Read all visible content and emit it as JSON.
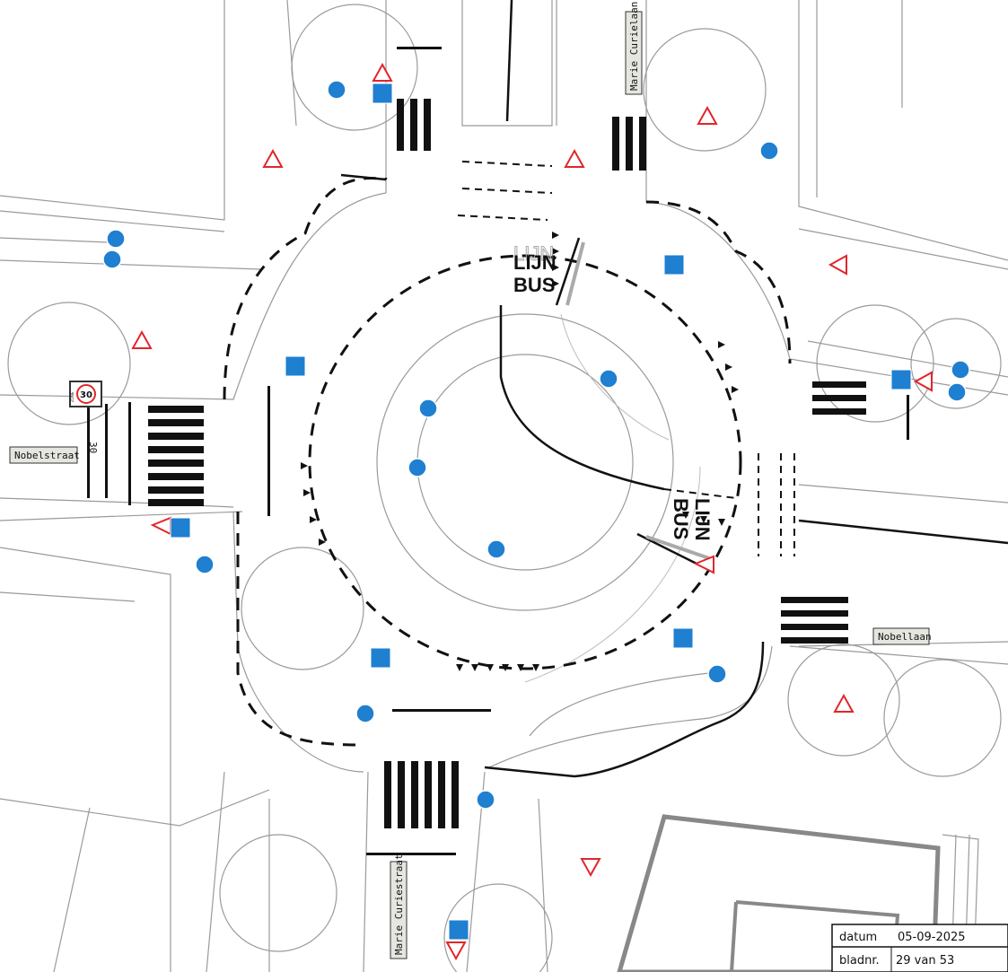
{
  "streets": {
    "north": "Marie Curielaan",
    "west": "Nobelstraat",
    "east": "Nobellaan",
    "south": "Marie Curiestraat"
  },
  "road_markings": {
    "speed_number": "30",
    "bus_lane_line1": "LIJN",
    "bus_lane_line2": "BUS"
  },
  "zone_sign": {
    "top": "ZONE",
    "speed": "30"
  },
  "title_block": {
    "date_label": "datum",
    "date_value": "05-09-2025",
    "sheet_label": "bladnr.",
    "sheet_value": "29 van 53"
  },
  "colors": {
    "sign_blue": "#1f7fd0",
    "sign_red": "#e0262b",
    "line_black": "#111111",
    "line_grey": "#9a9a9a"
  }
}
